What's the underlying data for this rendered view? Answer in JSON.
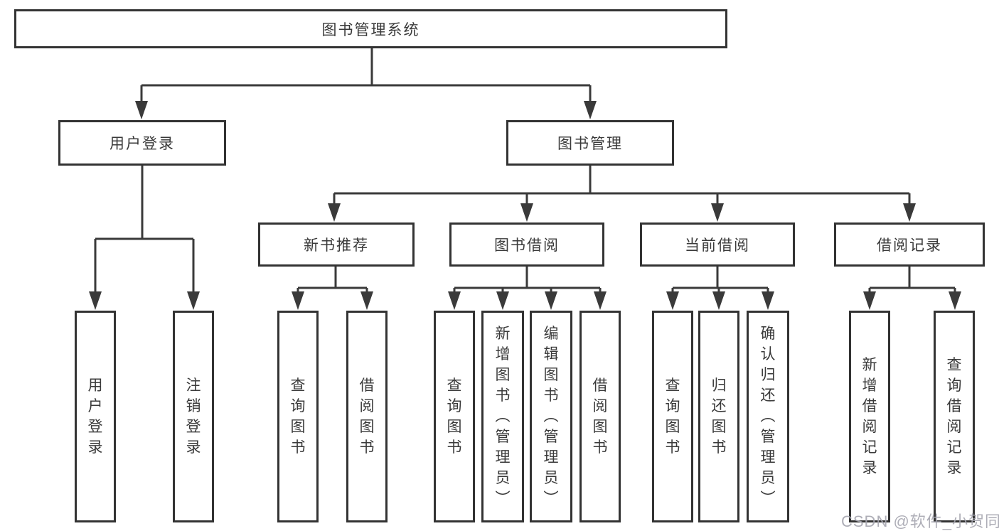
{
  "diagram": {
    "root": {
      "label": "图书管理系统",
      "children": [
        {
          "label": "用户登录",
          "children": [
            {
              "label": "用户登录"
            },
            {
              "label": "注销登录"
            }
          ]
        },
        {
          "label": "图书管理",
          "children": [
            {
              "label": "新书推荐",
              "children": [
                {
                  "label": "查询图书"
                },
                {
                  "label": "借阅图书"
                }
              ]
            },
            {
              "label": "图书借阅",
              "children": [
                {
                  "label": "查询图书"
                },
                {
                  "label": "新增图书（管理员）"
                },
                {
                  "label": "编辑图书（管理员）"
                },
                {
                  "label": "借阅图书"
                }
              ]
            },
            {
              "label": "当前借阅",
              "children": [
                {
                  "label": "查询图书"
                },
                {
                  "label": "归还图书"
                },
                {
                  "label": "确认归还（管理员）"
                }
              ]
            },
            {
              "label": "借阅记录",
              "children": [
                {
                  "label": "新增借阅记录"
                },
                {
                  "label": "查询借阅记录"
                }
              ]
            }
          ]
        }
      ]
    }
  },
  "watermark": "CSDN @软件_小贺同学",
  "colors": {
    "line": "#3a3a3a",
    "box_border": "#333333",
    "text": "#3a3a3a",
    "background": "#ffffff",
    "watermark": "#a6a6b0"
  }
}
